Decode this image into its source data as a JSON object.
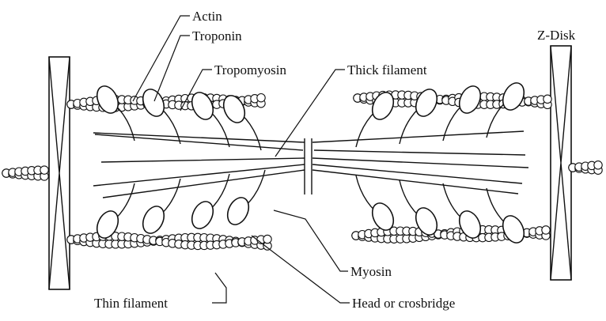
{
  "diagram": {
    "labels": {
      "actin": "Actin",
      "troponin": "Troponin",
      "tropomyosin": "Tropomyosin",
      "thick_filament": "Thick filament",
      "z_disk": "Z-Disk",
      "myosin": "Myosin",
      "thin_filament": "Thin filament",
      "head": "Head or crosbridge"
    },
    "colors": {
      "ink": "#111111",
      "background": "#ffffff"
    }
  }
}
